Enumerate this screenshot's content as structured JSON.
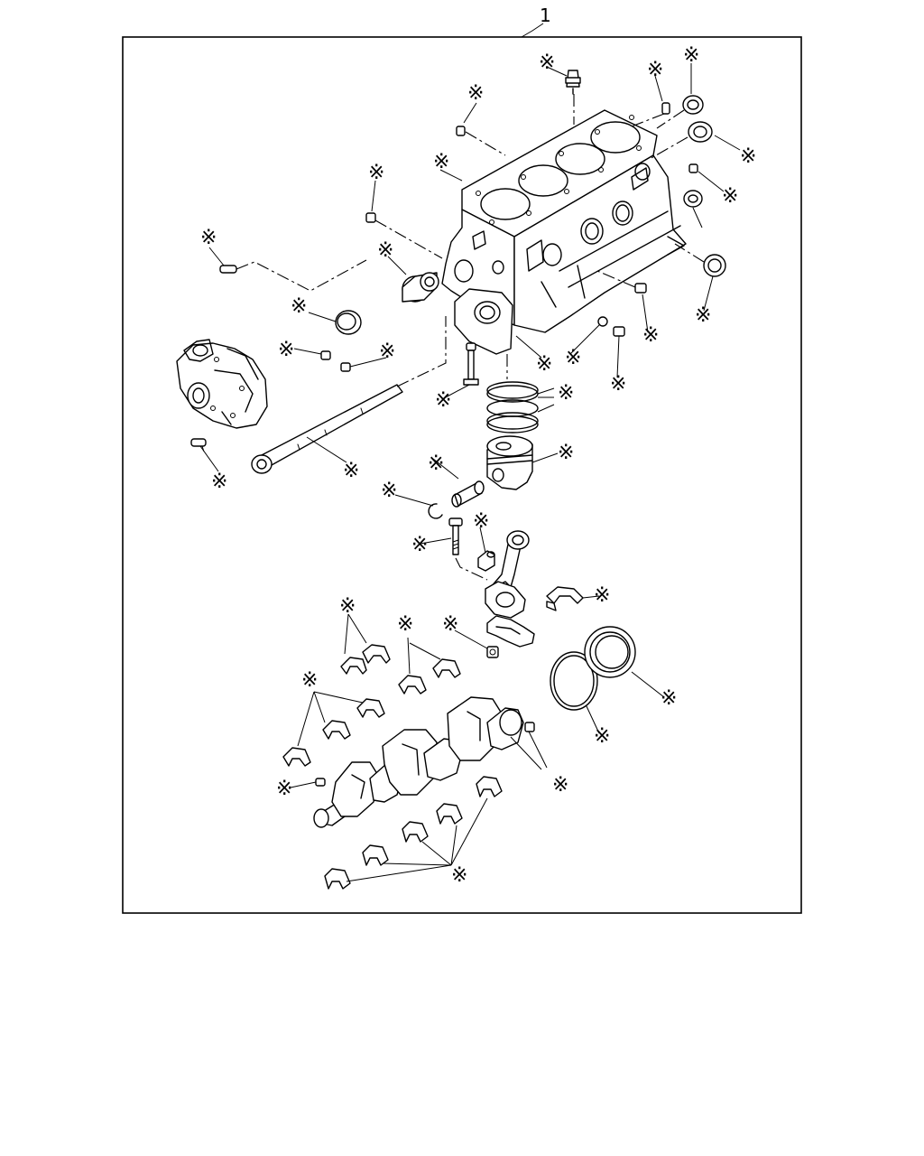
{
  "diagram": {
    "callout_number": "1",
    "marker_symbol": "※",
    "parts": [
      "cylinder-block",
      "oil-gallery-plug",
      "dowel-pin",
      "core-plug",
      "camshaft-bushing",
      "water-pump",
      "oil-pump-shaft",
      "piston-rings",
      "piston",
      "piston-pin",
      "snap-ring",
      "connecting-rod",
      "connecting-rod-bolt",
      "connecting-rod-nut",
      "connecting-rod-bearing",
      "crankshaft",
      "main-bearing",
      "thrust-washer",
      "rear-oil-seal",
      "seal-retainer-gasket",
      "plug",
      "woodruff-key"
    ]
  }
}
